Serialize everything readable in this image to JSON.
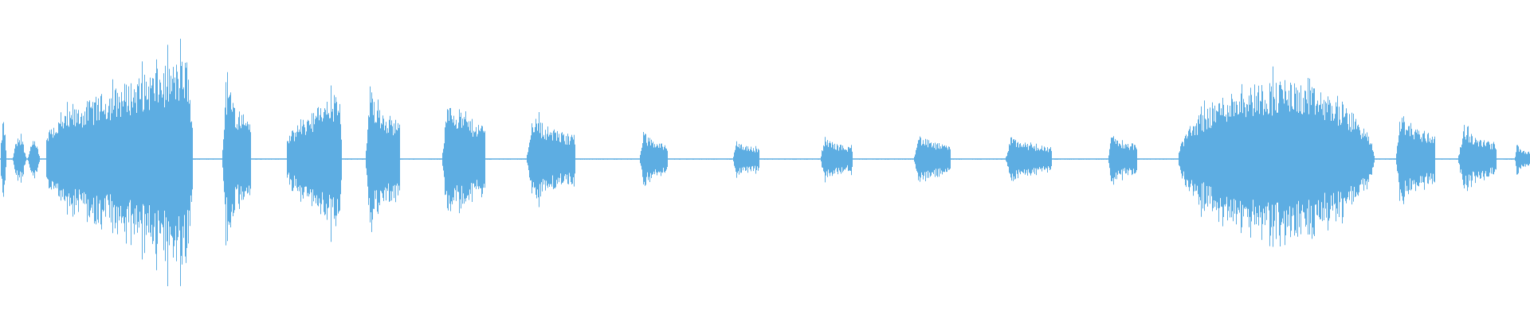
{
  "waveform": {
    "color": "#5DADE2",
    "background": "#ffffff",
    "baseline_amplitude": 0.005,
    "segments": [
      {
        "start": 0.0,
        "end": 0.004,
        "peak": 0.32,
        "shape": "burst"
      },
      {
        "start": 0.008,
        "end": 0.017,
        "peak": 0.2,
        "shape": "burst"
      },
      {
        "start": 0.018,
        "end": 0.026,
        "peak": 0.15,
        "shape": "burst"
      },
      {
        "start": 0.03,
        "end": 0.126,
        "peak": 0.82,
        "shape": "crescendo"
      },
      {
        "start": 0.145,
        "end": 0.164,
        "peak": 0.62,
        "shape": "attack"
      },
      {
        "start": 0.187,
        "end": 0.223,
        "peak": 0.55,
        "shape": "crescendo"
      },
      {
        "start": 0.239,
        "end": 0.261,
        "peak": 0.58,
        "shape": "attack"
      },
      {
        "start": 0.289,
        "end": 0.317,
        "peak": 0.52,
        "shape": "attack"
      },
      {
        "start": 0.344,
        "end": 0.376,
        "peak": 0.36,
        "shape": "attack"
      },
      {
        "start": 0.418,
        "end": 0.436,
        "peak": 0.22,
        "shape": "attack"
      },
      {
        "start": 0.479,
        "end": 0.496,
        "peak": 0.16,
        "shape": "attack"
      },
      {
        "start": 0.536,
        "end": 0.557,
        "peak": 0.18,
        "shape": "attack"
      },
      {
        "start": 0.597,
        "end": 0.621,
        "peak": 0.2,
        "shape": "attack"
      },
      {
        "start": 0.657,
        "end": 0.687,
        "peak": 0.18,
        "shape": "attack"
      },
      {
        "start": 0.724,
        "end": 0.743,
        "peak": 0.22,
        "shape": "attack"
      },
      {
        "start": 0.77,
        "end": 0.898,
        "peak": 0.62,
        "shape": "swell"
      },
      {
        "start": 0.912,
        "end": 0.938,
        "peak": 0.38,
        "shape": "attack"
      },
      {
        "start": 0.953,
        "end": 0.978,
        "peak": 0.25,
        "shape": "attack"
      },
      {
        "start": 0.99,
        "end": 1.0,
        "peak": 0.12,
        "shape": "attack"
      }
    ]
  }
}
